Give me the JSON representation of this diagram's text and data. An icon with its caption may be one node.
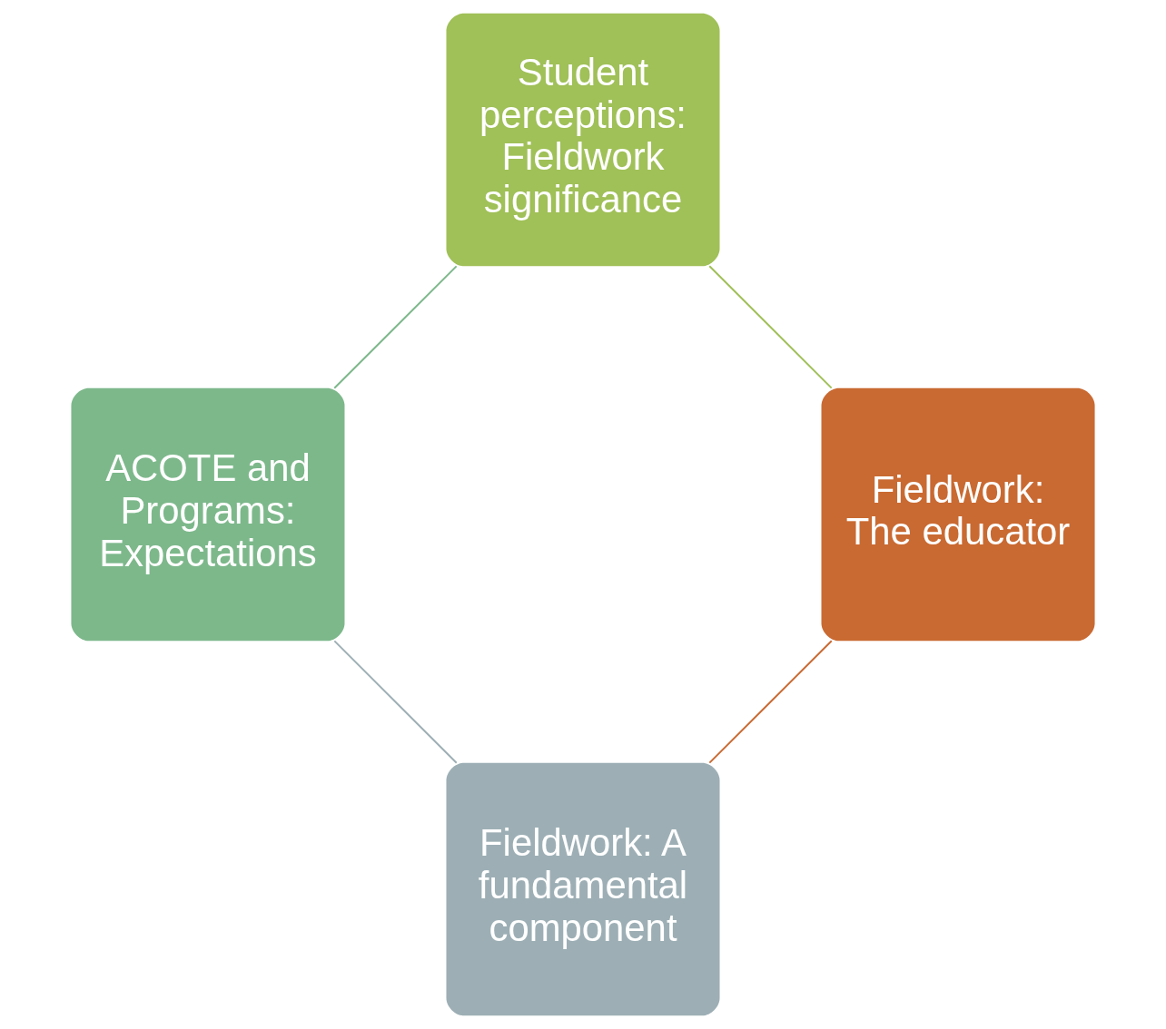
{
  "diagram": {
    "nodes": [
      {
        "text": [
          "Fieldwork: A fundamental component"
        ]
      },
      {
        "text": [
          "ACOTE and Programs:",
          "Expectations"
        ]
      },
      {
        "text": [
          "Student perceptions: Fieldwork significance"
        ]
      },
      {
        "text": [
          "Fieldwork: The educator"
        ]
      }
    ],
    "edges": [
      {
        "from": 0,
        "to": 1,
        "arrow": "none",
        "color": "#9dafb5"
      },
      {
        "from": 1,
        "to": 2,
        "arrow": "none",
        "color": "#7db88b"
      },
      {
        "from": 2,
        "to": 3,
        "arrow": "none",
        "color": "#a0c058"
      },
      {
        "from": 3,
        "to": 0,
        "arrow": "none",
        "color": "#c96a32"
      }
    ]
  }
}
